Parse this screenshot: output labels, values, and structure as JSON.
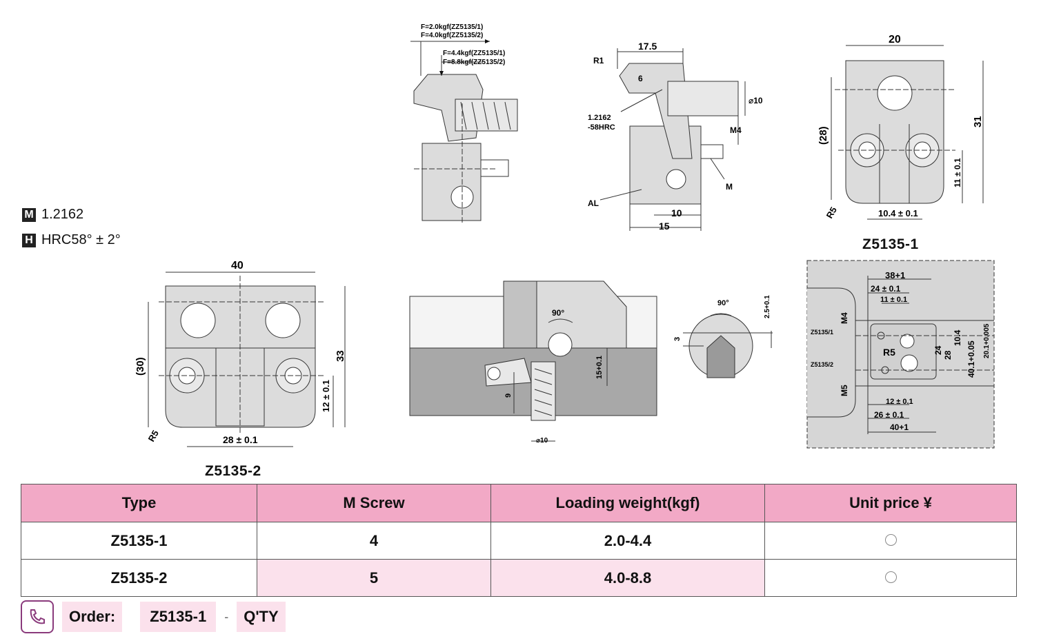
{
  "materials": [
    {
      "badge": "M",
      "text": "1.2162"
    },
    {
      "badge": "H",
      "text": "HRC58° ± 2°"
    }
  ],
  "drawings": {
    "force_labels": [
      "F=2.0kgf(ZZ5135/1)",
      "F=4.0kgf(ZZ5135/2)",
      "F=4.4kgf(ZZ5135/1)",
      "F=8.8kgf(ZZ5135/2)"
    ],
    "side_view": {
      "dim_top": "17.5",
      "r1": "R1",
      "six": "6",
      "phi10": "⌀10",
      "material": "1.2162",
      "hardness": "-58HRC",
      "m4": "M4",
      "m": "M",
      "al": "AL",
      "ten": "10",
      "fifteen": "15"
    },
    "front1": {
      "w": "20",
      "h28": "(28)",
      "h31": "31",
      "h11": "11 ± 0.1",
      "r5": "R5",
      "pitch": "10.4 ± 0.1",
      "caption": "Z5135-1"
    },
    "front2": {
      "w": "40",
      "h30": "(30)",
      "h33": "33",
      "h12": "12 ± 0.1",
      "r5": "R5",
      "pitch": "28 ± 0.1",
      "caption": "Z5135-2"
    },
    "section": {
      "angle": "90°",
      "h15": "15+0.1",
      "nine": "9",
      "phi10": "⌀10"
    },
    "detail": {
      "angle": "90°",
      "three": "3",
      "two5": "2.5+0.1"
    },
    "layout": {
      "d38": "38+1",
      "d24": "24 ± 0.1",
      "d11": "11 ± 0.1",
      "m4": "M4",
      "m5": "M5",
      "z1": "Z5135/1",
      "z2": "Z5135/2",
      "r5": "R5",
      "d12": "12 ± 0.1",
      "d26": "26 ± 0.1",
      "d40": "40+1",
      "v104": "10.4",
      "v24": "24",
      "v28": "28",
      "v401": "40.1+0.05",
      "v201": "20.1+0.005"
    }
  },
  "table": {
    "headers": [
      "Type",
      "M Screw",
      "Loading weight(kgf)",
      "Unit price ¥"
    ],
    "rows": [
      {
        "type": "Z5135-1",
        "screw": "4",
        "load": "2.0-4.4"
      },
      {
        "type": "Z5135-2",
        "screw": "5",
        "load": "4.0-8.8"
      }
    ]
  },
  "order": {
    "label": "Order:",
    "code": "Z5135-1",
    "dash": "-",
    "qty": "Q'TY"
  }
}
